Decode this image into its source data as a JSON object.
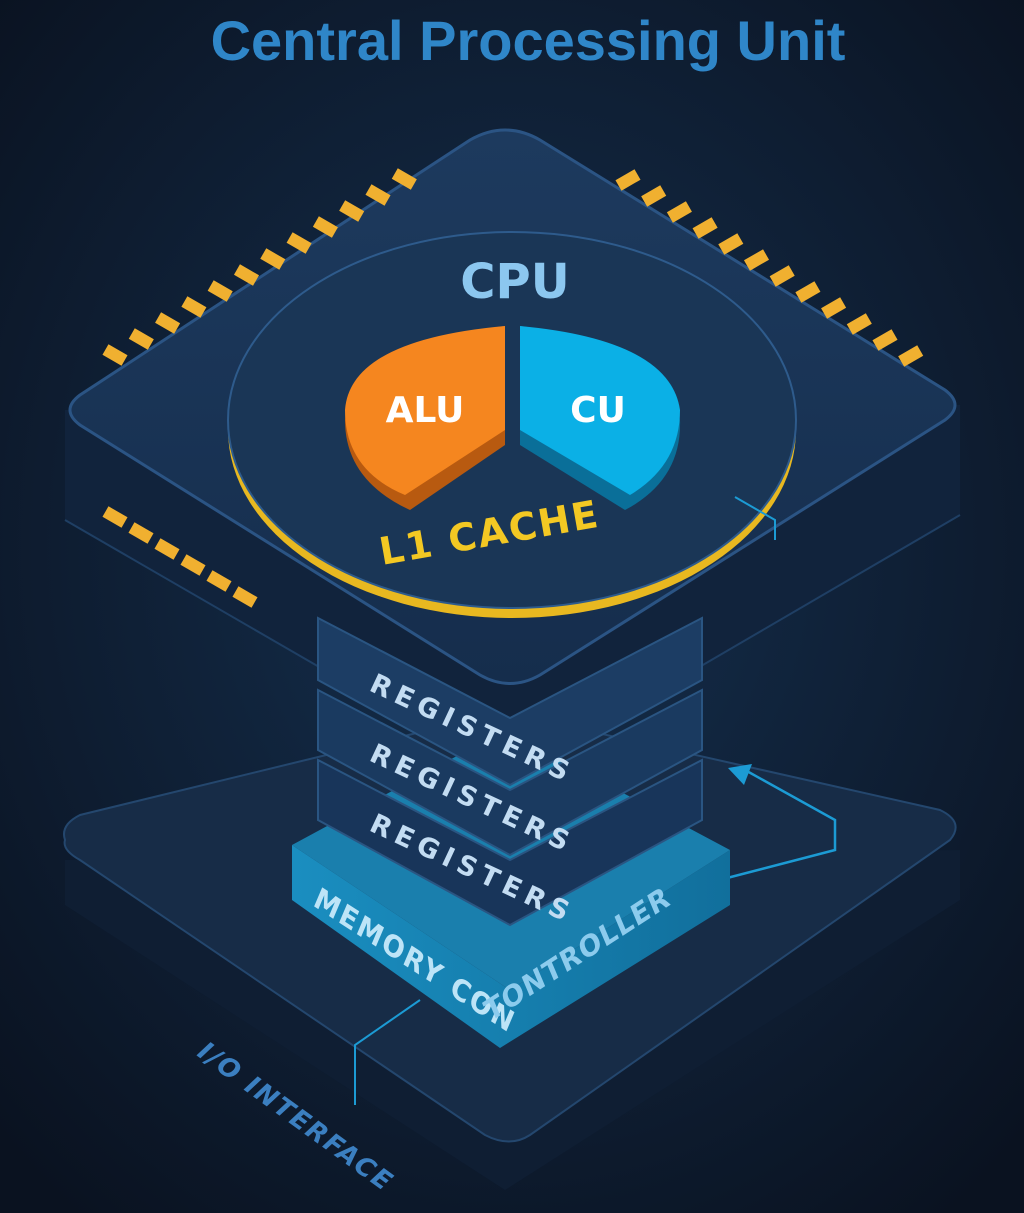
{
  "title": "Central Processing Unit",
  "cpu": {
    "label": "CPU",
    "alu": "ALU",
    "cu": "CU",
    "cache": "L1 CACHE"
  },
  "registers": [
    "REGISTERS",
    "REGISTERS",
    "REGISTERS"
  ],
  "memory_controller": {
    "left": "MEMORY CON",
    "right": "TONTROLLER"
  },
  "io_interface": "I/O INTERFACE",
  "colors": {
    "title": "#2f86c8",
    "alu": "#f5861f",
    "cu": "#0bb0e6",
    "cache": "#e8b820",
    "pins": "#f0b030",
    "memory": "#1583b0"
  }
}
